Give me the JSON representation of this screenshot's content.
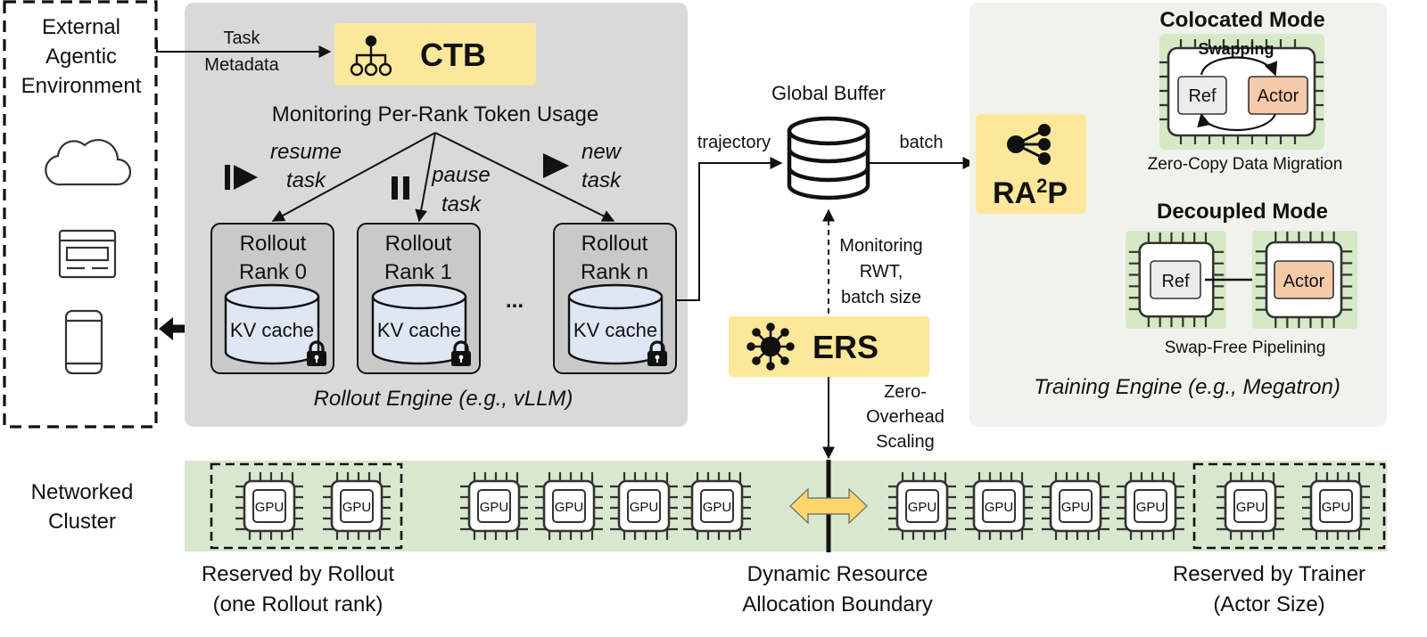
{
  "external_env": {
    "line1": "External",
    "line2": "Agentic",
    "line3": "Environment",
    "icons": [
      "cloud-icon",
      "browser-window-icon",
      "smartphone-icon"
    ]
  },
  "task_metadata": {
    "line1": "Task",
    "line2": "Metadata"
  },
  "ctb": {
    "label": "CTB",
    "icon": "hierarchy-icon"
  },
  "rollout": {
    "monitor_label": "Monitoring Per-Rank Token Usage",
    "resume": {
      "line1": "resume",
      "line2": "task",
      "icon": "resume-icon"
    },
    "pause": {
      "line1": "pause",
      "line2": "task",
      "icon": "pause-icon"
    },
    "new": {
      "line1": "new",
      "line2": "task",
      "icon": "play-icon"
    },
    "ranks": [
      {
        "line1": "Rollout",
        "line2": "Rank 0",
        "cache": "KV cache"
      },
      {
        "line1": "Rollout",
        "line2": "Rank 1",
        "cache": "KV cache"
      },
      {
        "line1": "Rollout",
        "line2": "Rank n",
        "cache": "KV cache"
      }
    ],
    "ellipsis": "...",
    "engine_label": "Rollout Engine (e.g., vLLM)"
  },
  "global_buffer": {
    "label": "Global Buffer",
    "trajectory": "trajectory",
    "batch": "batch",
    "monitor": {
      "line1": "Monitoring",
      "line2": "RWT,",
      "line3": "batch size"
    }
  },
  "ers": {
    "label": "ERS",
    "icon": "network-hub-icon",
    "scaling": {
      "line1": "Zero-",
      "line2": "Overhead",
      "line3": "Scaling"
    }
  },
  "ra2p": {
    "label_main": "RA",
    "label_sup": "2",
    "label_end": "P",
    "icon": "share-nodes-icon"
  },
  "training": {
    "colocated": {
      "title": "Colocated Mode",
      "swapping": "Swapping",
      "ref": "Ref",
      "actor": "Actor",
      "caption": "Zero-Copy Data Migration"
    },
    "decoupled": {
      "title": "Decoupled Mode",
      "ref": "Ref",
      "actor": "Actor",
      "caption": "Swap-Free Pipelining"
    },
    "engine_label": "Training Engine (e.g., Megatron)"
  },
  "cluster": {
    "label1": "Networked",
    "label2": "Cluster",
    "gpu_label": "GPU",
    "reserved_rollout": {
      "line1": "Reserved by Rollout",
      "line2": "(one Rollout rank)"
    },
    "boundary": {
      "line1": "Dynamic Resource",
      "line2": "Allocation Boundary"
    },
    "reserved_trainer": {
      "line1": "Reserved by Trainer",
      "line2": "(Actor Size)"
    }
  },
  "colors": {
    "rollout_bg": "#d9d9d9",
    "training_bg": "#f1f1ee",
    "cluster_bg": "#d9e7cf",
    "label_yellow": "#fde79a",
    "actor_fill": "#f6c9a8",
    "ref_fill": "#ececec",
    "arrow_yellow": "#fbd66a",
    "chip_green": "#d5e9c6"
  }
}
